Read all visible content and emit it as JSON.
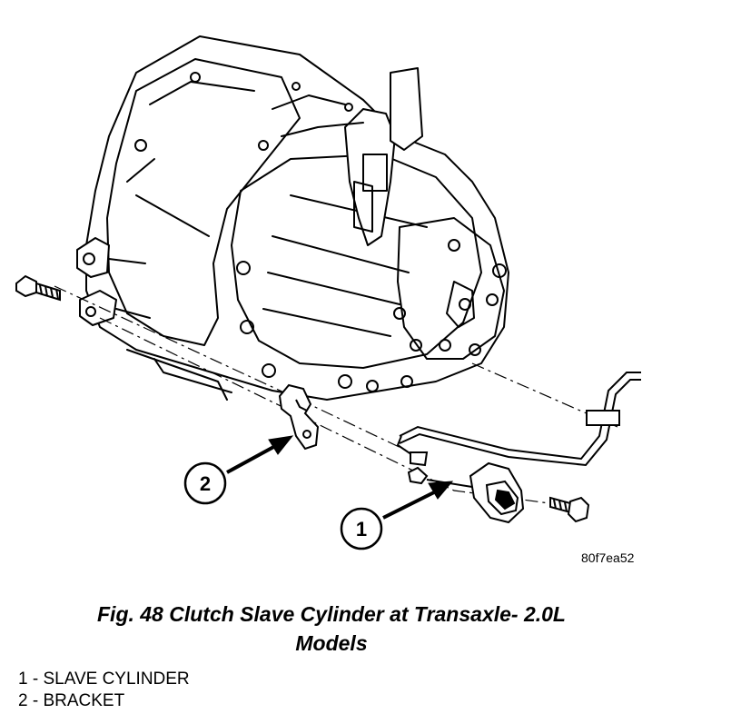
{
  "figure": {
    "callout_1": "1",
    "callout_2": "2",
    "image_code": "80f7ea52",
    "caption_line1": "Fig. 48 Clutch Slave Cylinder at Transaxle- 2.0L",
    "caption_line2": "Models"
  },
  "legend": {
    "items": [
      {
        "label": "1 - SLAVE CYLINDER"
      },
      {
        "label": "2 - BRACKET"
      }
    ]
  }
}
